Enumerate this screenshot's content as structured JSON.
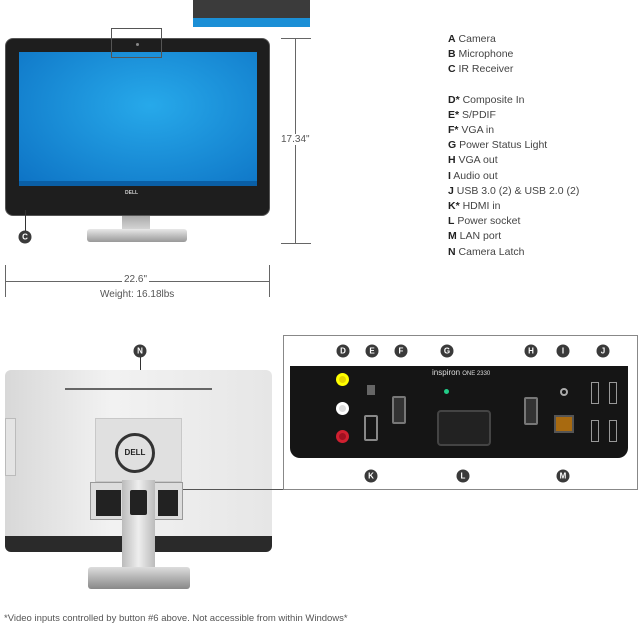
{
  "front": {
    "brand_logo": "DELL",
    "height_label": "17.34\"",
    "width_label": "22.6\"",
    "weight_label": "Weight: 16.18lbs",
    "callout_c": "C"
  },
  "legend": [
    {
      "key": "A",
      "label": "Camera"
    },
    {
      "key": "B",
      "label": "Microphone"
    },
    {
      "key": "C",
      "label": "IR Receiver"
    },
    {
      "key": "D*",
      "label": "Composite In"
    },
    {
      "key": "E*",
      "label": "S/PDIF"
    },
    {
      "key": "F*",
      "label": "VGA in"
    },
    {
      "key": "G",
      "label": "Power Status Light"
    },
    {
      "key": "H",
      "label": "VGA out"
    },
    {
      "key": "I",
      "label": "Audio out"
    },
    {
      "key": "J",
      "label": "USB 3.0 (2) & USB 2.0 (2)"
    },
    {
      "key": "K*",
      "label": "HDMI in"
    },
    {
      "key": "L",
      "label": "Power socket"
    },
    {
      "key": "M",
      "label": "LAN port"
    },
    {
      "key": "N",
      "label": "Camera Latch"
    }
  ],
  "back": {
    "brand_logo": "DELL",
    "callout_n": "N"
  },
  "panel": {
    "brand": "inspiron",
    "model": "ONE 2330",
    "callouts_top": [
      "D",
      "E",
      "F",
      "G",
      "H",
      "I",
      "J"
    ],
    "callouts_bottom": [
      "K",
      "L",
      "M"
    ]
  },
  "footnote": "*Video inputs controlled by button #6 above. Not accessible from within Windows*"
}
